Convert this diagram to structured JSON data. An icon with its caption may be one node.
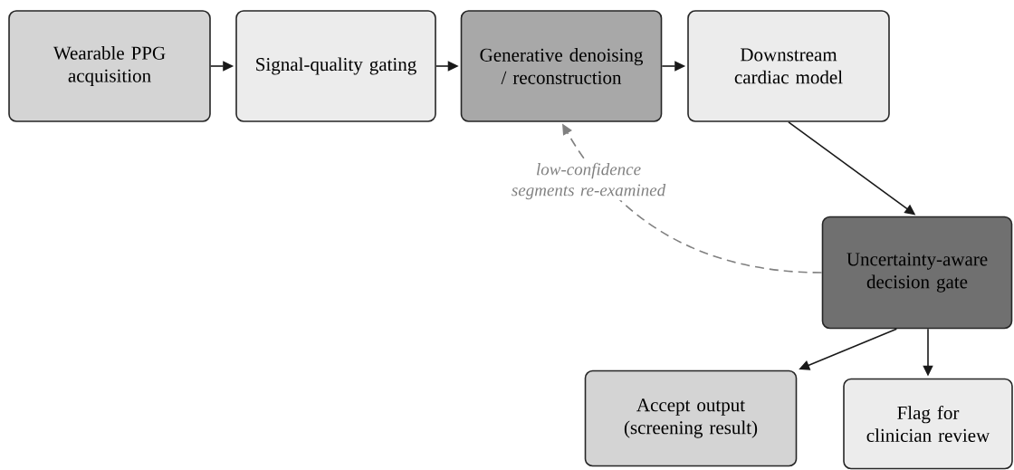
{
  "diagram": {
    "nodes": [
      {
        "text": [
          "Wearable PPG acquisition"
        ]
      },
      {
        "text": [
          "Signal-quality gating"
        ]
      },
      {
        "text": [
          "Generative denoising / reconstruction"
        ]
      },
      {
        "text": [
          "Downstream cardiac model"
        ]
      },
      {
        "text": [
          "Uncertainty-aware decision gate"
        ]
      },
      {
        "text": [
          "Accept output (screening result)"
        ]
      },
      {
        "text": [
          "Flag for clinician review"
        ]
      }
    ],
    "edges": [
      {
        "from": 0,
        "to": 1,
        "arrow": "to"
      },
      {
        "from": 1,
        "to": 2,
        "arrow": "to"
      },
      {
        "from": 2,
        "to": 3,
        "arrow": "to"
      },
      {
        "from": 3,
        "to": 4,
        "arrow": "to"
      },
      {
        "from": 4,
        "to": 2,
        "arrow": "to",
        "label": "low-confidence segments re-examined",
        "style": "dashed",
        "color": "#808080"
      },
      {
        "from": 4,
        "to": 5,
        "arrow": "to"
      },
      {
        "from": 4,
        "to": 6,
        "arrow": "to"
      }
    ]
  }
}
